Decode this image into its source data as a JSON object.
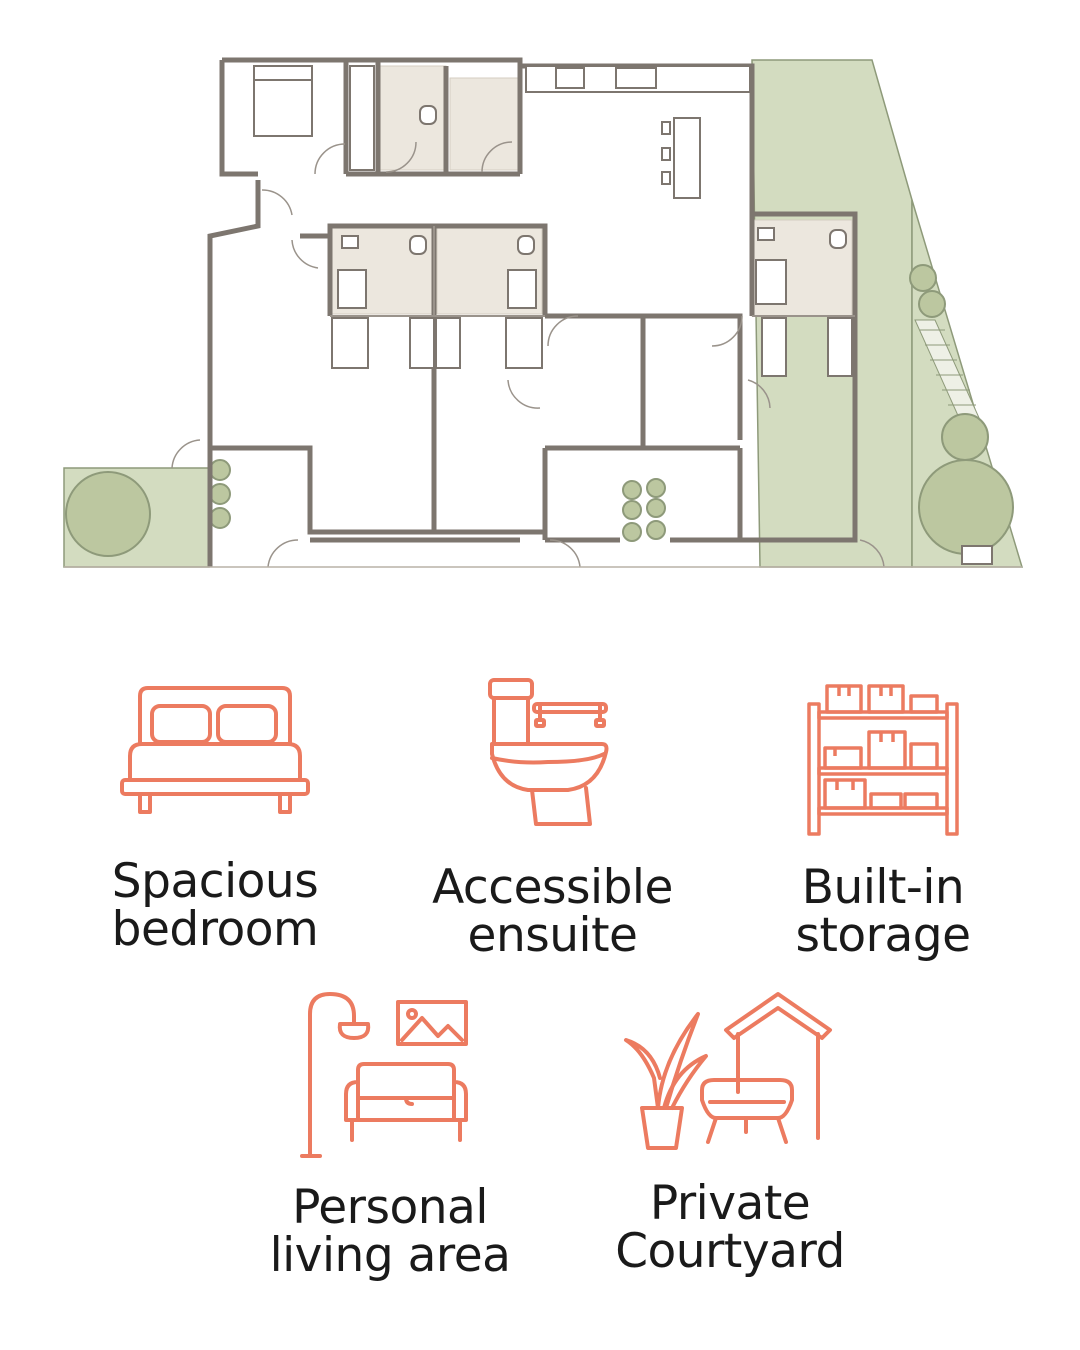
{
  "floor_plan": {
    "wall_color": "#7d766f",
    "tile_color": "#e3ddd4",
    "garden_color": "#d3dcc0",
    "tree_color": "#a8b88a"
  },
  "icon_color": "#ec7b60",
  "features": [
    {
      "icon": "bed-icon",
      "line1": "Spacious",
      "line2": "bedroom"
    },
    {
      "icon": "accessible-toilet-icon",
      "line1": "Accessible",
      "line2": "ensuite"
    },
    {
      "icon": "storage-shelves-icon",
      "line1": "Built-in",
      "line2": "storage"
    },
    {
      "icon": "living-room-icon",
      "line1": "Personal",
      "line2": "living area"
    },
    {
      "icon": "courtyard-icon",
      "line1": "Private",
      "line2": "Courtyard"
    }
  ]
}
